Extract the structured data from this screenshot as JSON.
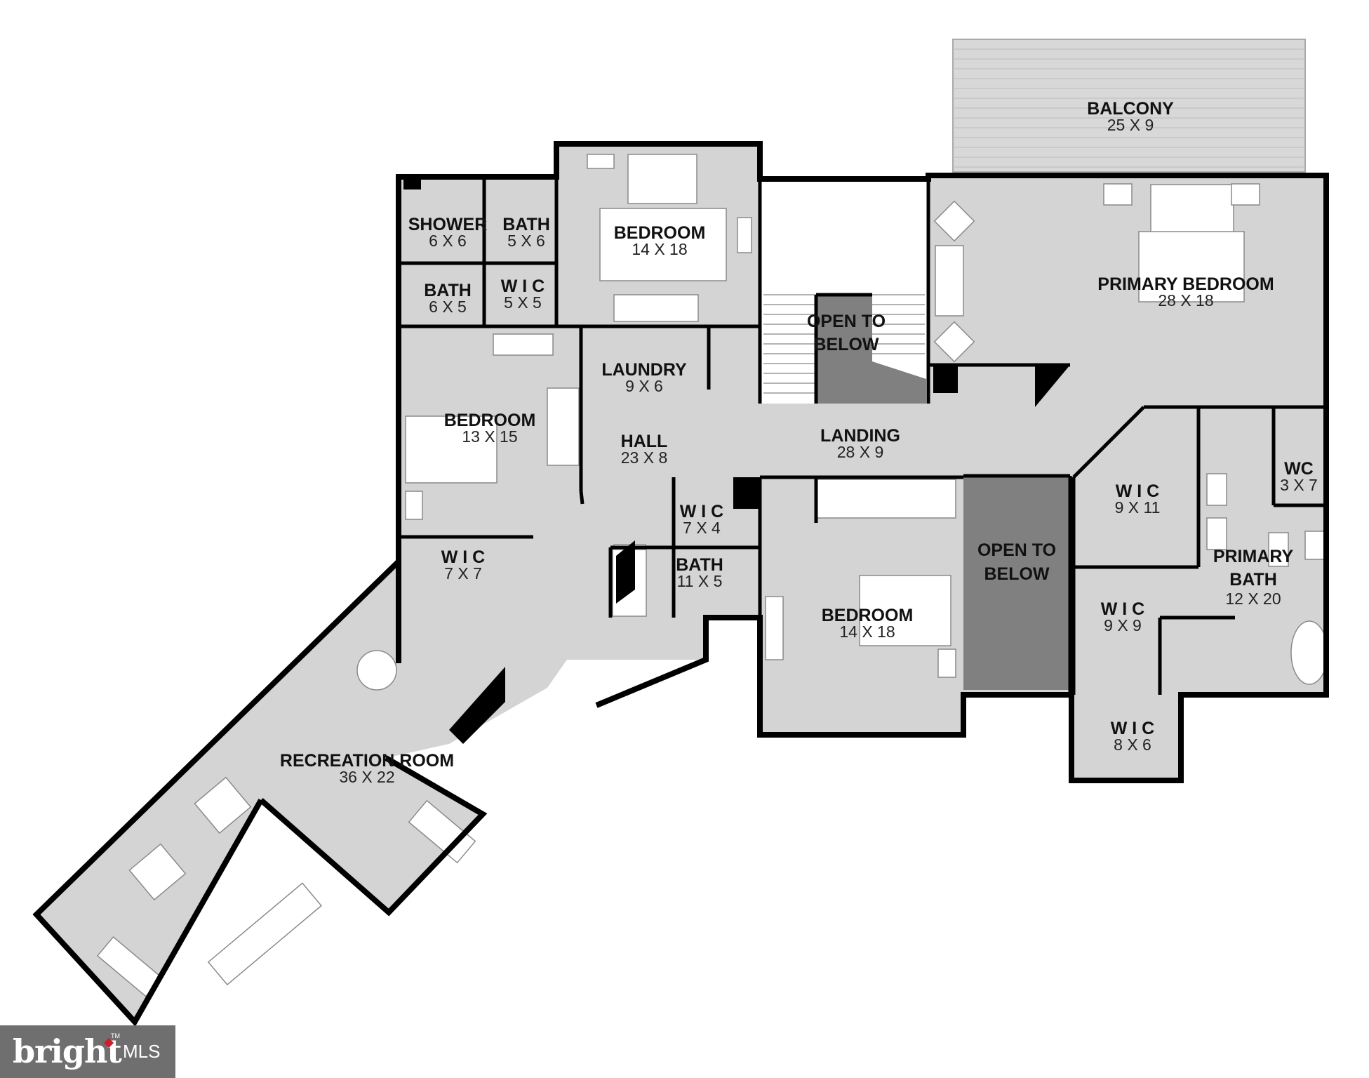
{
  "rooms": {
    "balcony": {
      "name": "BALCONY",
      "dim": "25 X 9"
    },
    "shower": {
      "name": "SHOWER",
      "dim": "6 X 6"
    },
    "bath_a": {
      "name": "BATH",
      "dim": "5 X 6"
    },
    "bedroom_top": {
      "name": "BEDROOM",
      "dim": "14 X 18"
    },
    "bath_b": {
      "name": "BATH",
      "dim": "6 X 5"
    },
    "wic_a": {
      "name": "W I C",
      "dim": "5 X 5"
    },
    "open_below_a": {
      "name_1": "OPEN TO",
      "name_2": "BELOW"
    },
    "primary_bedroom": {
      "name": "PRIMARY BEDROOM",
      "dim": "28 X 18"
    },
    "laundry": {
      "name": "LAUNDRY",
      "dim": "9 X 6"
    },
    "bedroom_left": {
      "name": "BEDROOM",
      "dim": "13 X 15"
    },
    "hall": {
      "name": "HALL",
      "dim": "23 X 8"
    },
    "landing": {
      "name": "LANDING",
      "dim": "28 X 9"
    },
    "wc": {
      "name": "WC",
      "dim": "3 X 7"
    },
    "wic_b": {
      "name": "W I C",
      "dim": "9 X 11"
    },
    "wic_c": {
      "name": "W I C",
      "dim": "7 X 4"
    },
    "open_below_b": {
      "name_1": "OPEN TO",
      "name_2": "BELOW"
    },
    "wic_d": {
      "name": "W I C",
      "dim": "7 X 7"
    },
    "bath_c": {
      "name": "BATH",
      "dim": "11 X 5"
    },
    "primary_bath": {
      "name_1": "PRIMARY",
      "name_2": "BATH",
      "dim": "12 X 20"
    },
    "bedroom_mid": {
      "name": "BEDROOM",
      "dim": "14 X 18"
    },
    "wic_e": {
      "name": "W I C",
      "dim": "9 X 9"
    },
    "wic_f": {
      "name": "W I C",
      "dim": "8 X 6"
    },
    "recreation": {
      "name": "RECREATION ROOM",
      "dim": "36 X 22"
    }
  },
  "logo": {
    "word": "bright",
    "suffix": "MLS",
    "tm": "TM"
  },
  "colors": {
    "floor": "#d4d4d4",
    "void": "#808080",
    "wall": "#000000",
    "logo_bg": "#6f6f6f",
    "logo_accent": "#c8202e"
  }
}
